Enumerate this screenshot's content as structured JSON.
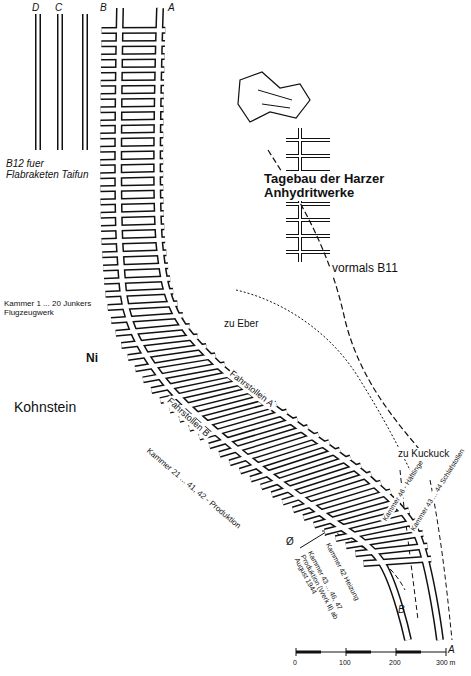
{
  "diagram": {
    "labels": [
      "D",
      "C",
      "B",
      "A",
      "B12 fuer Flabraketen Taifun",
      "Tagebau der Harzer Anhydritwerke",
      "vormals B11",
      "Kammer 1 ... 20 Junkers Flugzeugwerk",
      "zu Eber",
      "Ni",
      "Kohnstein",
      "Fahrstollen A",
      "Fahrstollen B",
      "Kammer 21 ... 41, 42 - Produktion",
      "zu Kuckuck",
      "Kammer 46 - Häftlinge",
      "Kammer 43 ... 44 Schlafstollen",
      "Kammer 42 Heizung",
      "Kammer 43 ... 46, 47 Produktion (Werk II) ab August 1944",
      "B",
      "A",
      "0",
      "100",
      "200",
      "300 m",
      "Ø"
    ]
  }
}
